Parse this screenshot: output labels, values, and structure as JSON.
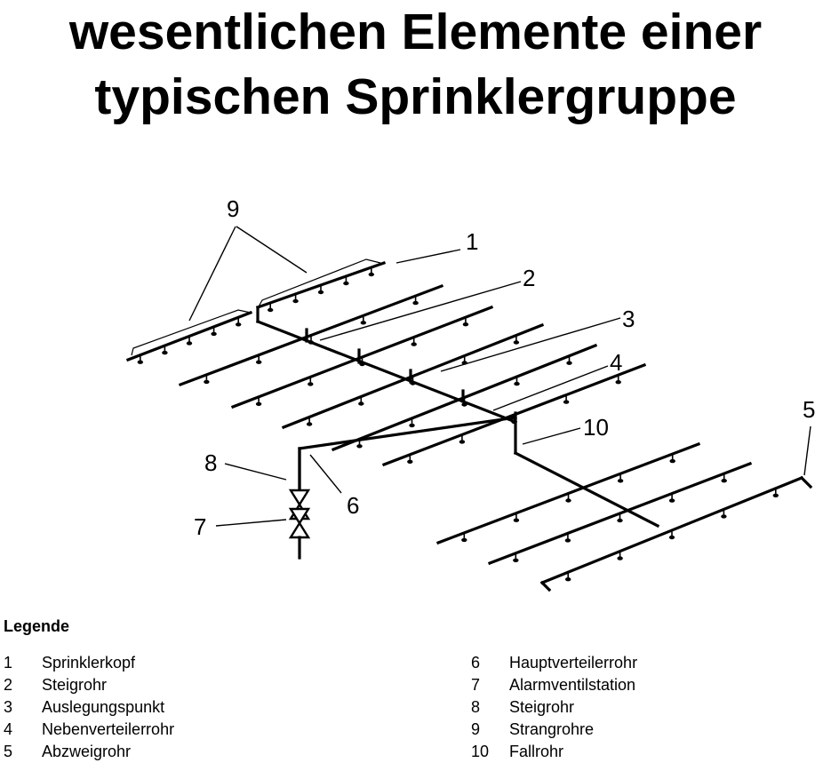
{
  "title": {
    "line1": "wesentlichen Elemente einer",
    "line2": "typischen Sprinklergruppe"
  },
  "callouts": [
    "1",
    "2",
    "3",
    "4",
    "5",
    "6",
    "7",
    "8",
    "9",
    "10"
  ],
  "legend": {
    "heading": "Legende",
    "items": [
      {
        "num": "1",
        "label": "Sprinklerkopf"
      },
      {
        "num": "2",
        "label": "Steigrohr"
      },
      {
        "num": "3",
        "label": "Auslegungspunkt"
      },
      {
        "num": "4",
        "label": "Nebenverteilerrohr"
      },
      {
        "num": "5",
        "label": "Abzweigrohr"
      },
      {
        "num": "6",
        "label": "Hauptverteilerrohr"
      },
      {
        "num": "7",
        "label": "Alarmventilstation"
      },
      {
        "num": "8",
        "label": "Steigrohr"
      },
      {
        "num": "9",
        "label": "Strangrohre"
      },
      {
        "num": "10",
        "label": "Fallrohr"
      }
    ]
  }
}
